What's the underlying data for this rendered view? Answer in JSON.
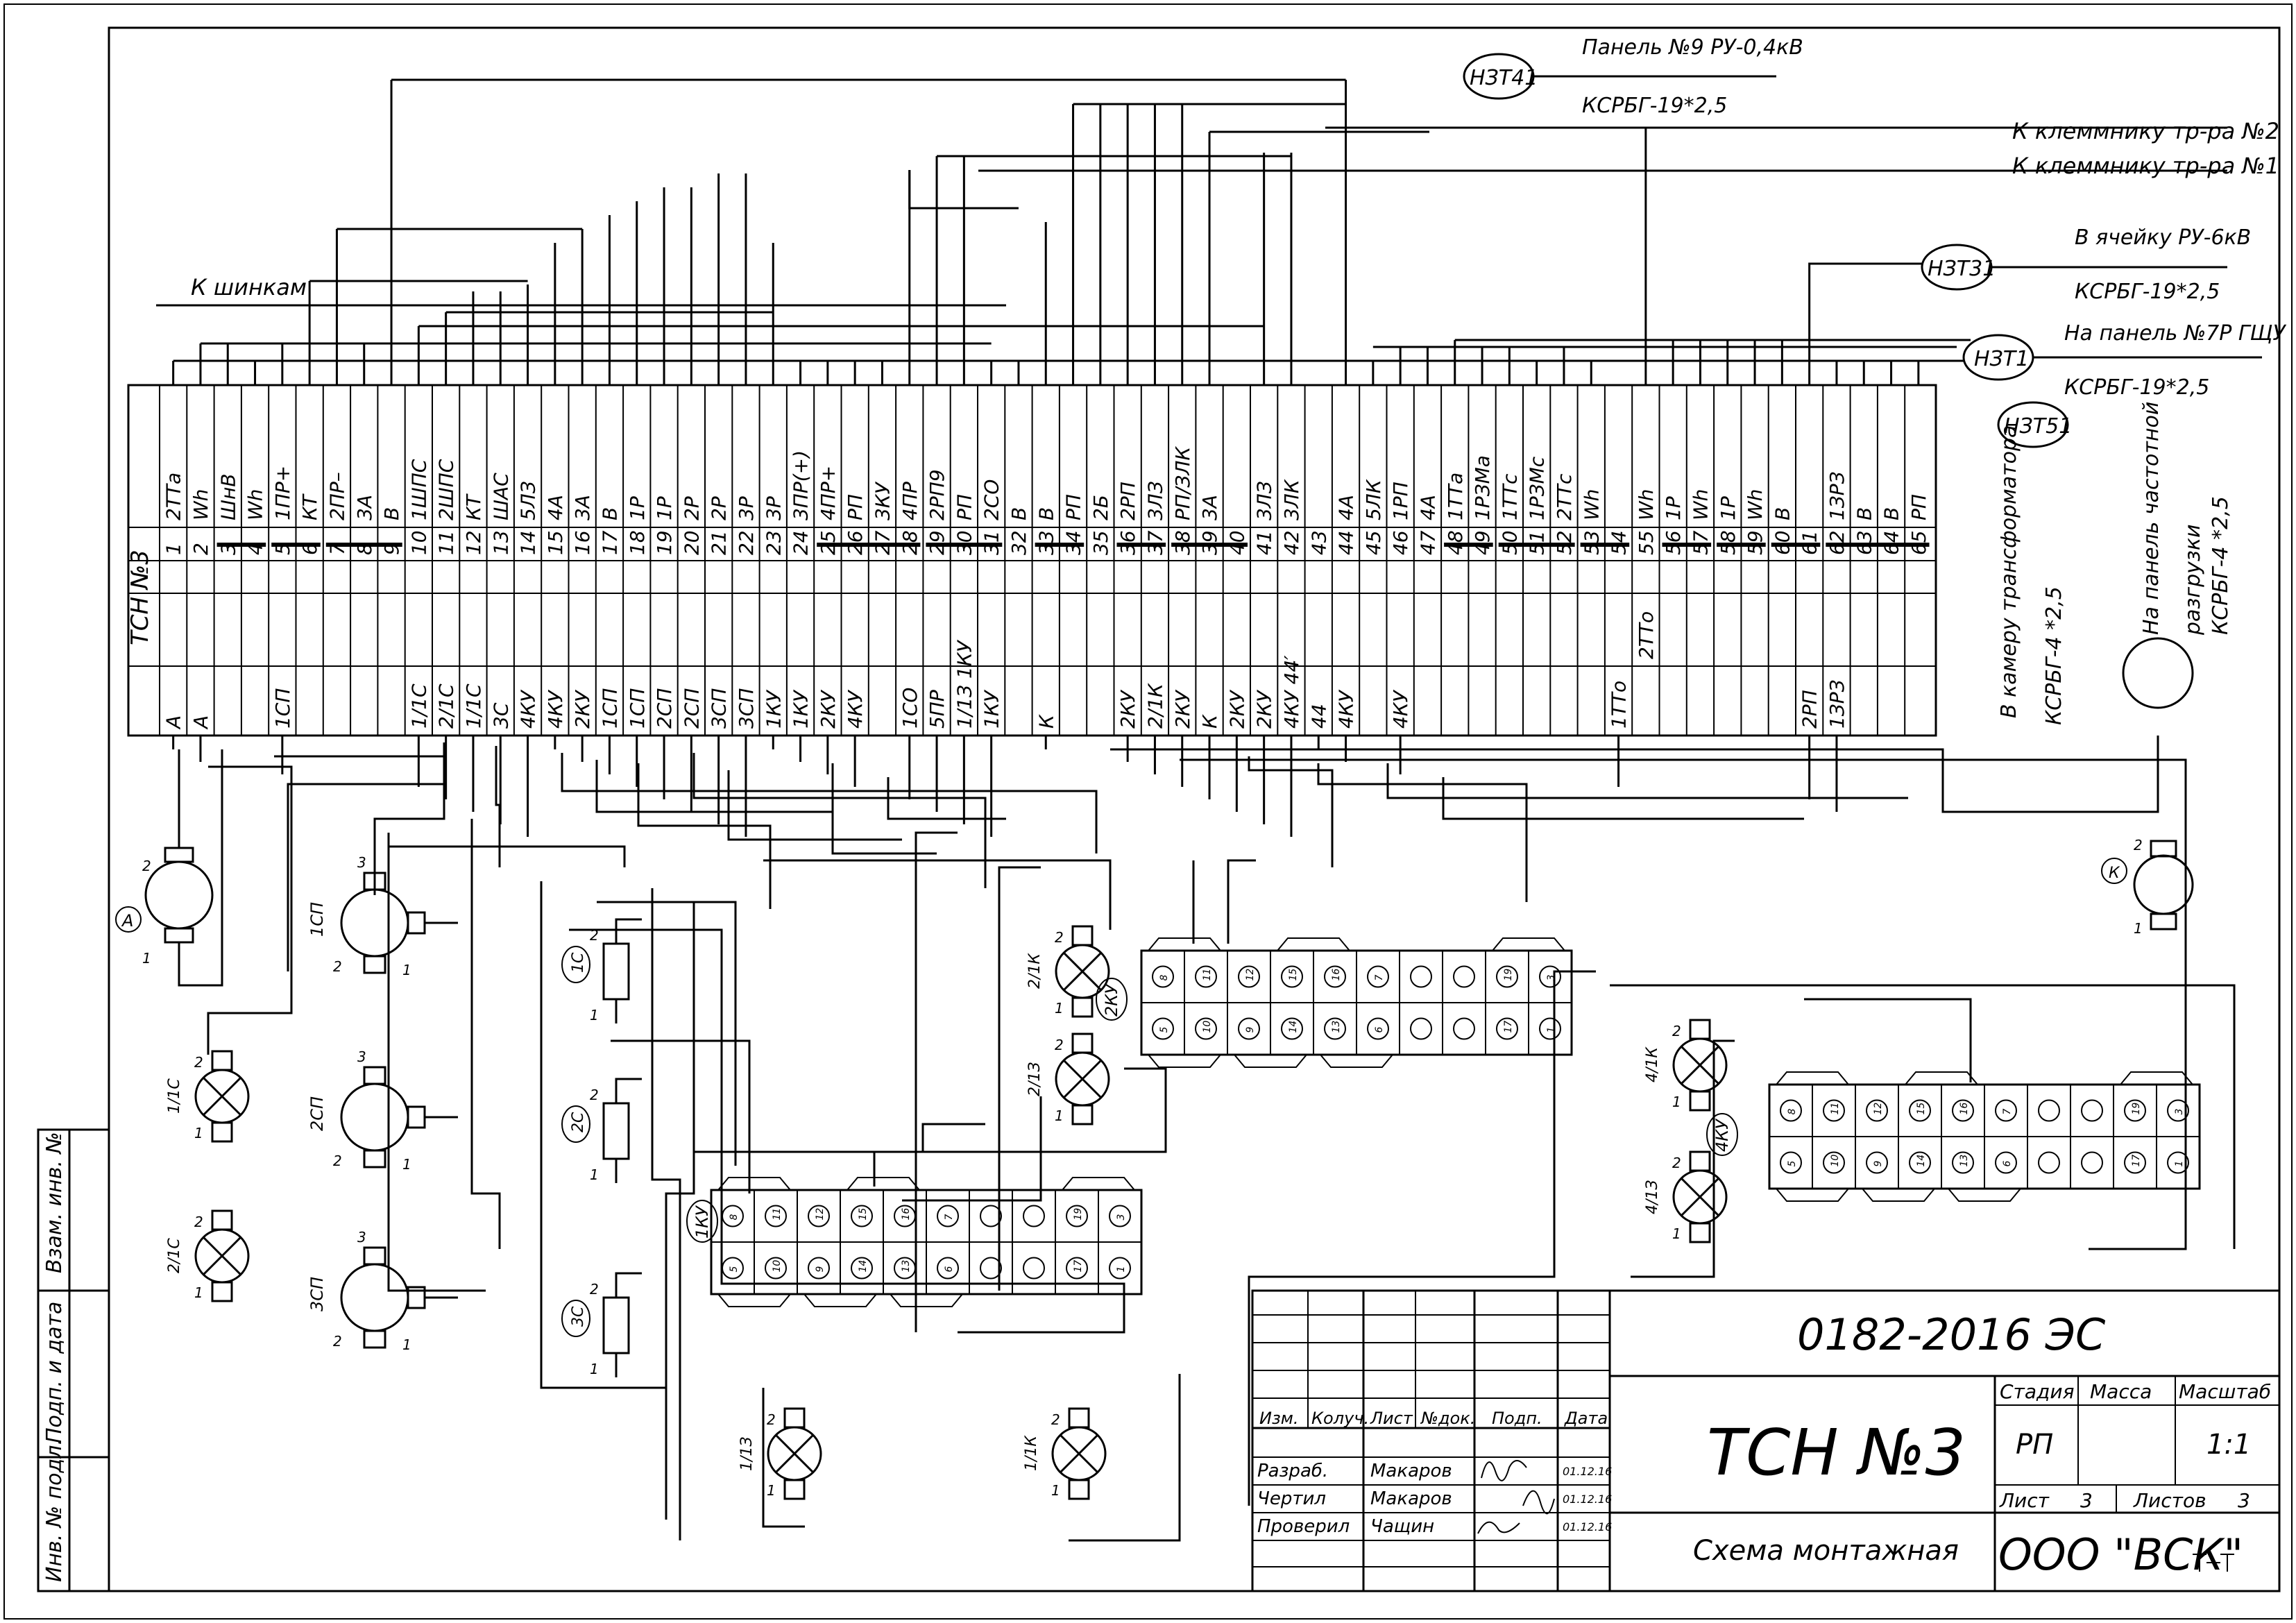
{
  "strip": {
    "title": "ТСН №3",
    "top": [
      "2ТТа",
      "Wh",
      "ШнВ",
      "Wh",
      "1ПР+",
      "КТ",
      "2ПР–",
      "3А",
      "В",
      "1ШПС",
      "2ШПС",
      "КТ",
      "ШАС",
      "5ЛЗ",
      "4А",
      "3А",
      "В",
      "1Р",
      "1Р",
      "2Р",
      "2Р",
      "3Р",
      "3Р",
      "3ПР(+)",
      "4ПР+",
      "РП",
      "3КУ",
      "4ПР",
      "2РП9",
      "РП",
      "2СО",
      "В",
      "В",
      "РП",
      "2Б",
      "2РП",
      "3ЛЗ",
      "РП/ЗЛК",
      "3А",
      "",
      "3ЛЗ",
      "3ЛК",
      "",
      "4А",
      "5ЛК",
      "1РП",
      "4А",
      "1ТТа",
      "1РЗМа",
      "1ТТс",
      "1РЗМс",
      "2ТТс",
      "Wh",
      "",
      "Wh",
      "1Р",
      "Wh",
      "1Р",
      "Wh",
      "В",
      "",
      "1ЗРЗ",
      "В",
      "В",
      "РП"
    ],
    "bottom": [
      "А",
      "А",
      "",
      "",
      "1СП",
      "",
      "",
      "",
      "",
      "1/1С",
      "2/1С",
      "1/1С",
      "3С",
      "4КУ",
      "4КУ",
      "2КУ",
      "1СП",
      "1СП",
      "2СП",
      "2СП",
      "3СП",
      "3СП",
      "1КУ",
      "1КУ",
      "2КУ",
      "4КУ",
      "",
      "1СО",
      "5ПР",
      "1/1З 1КУ",
      "1КУ",
      "",
      "К",
      "",
      "",
      "2КУ",
      "2/1К",
      "2КУ",
      "К",
      "2КУ",
      "2КУ",
      "4КУ 44′",
      "44",
      "4КУ",
      "",
      "4КУ",
      "",
      "",
      "",
      "",
      "",
      "",
      "",
      "1ТТо",
      "",
      "",
      "",
      "",
      "",
      "",
      "2РП",
      "1ЗРЗ",
      "",
      "",
      ""
    ],
    "second": {
      "54": "2ТТо"
    }
  },
  "cables": {
    "n3t41": "НЗТ41",
    "panel9": "Панель №9 РУ-0,4кВ",
    "kabel19_a": "КСРБГ-19*2,5",
    "klem2": "К клеммнику тр-ра №2",
    "klem1": "К клеммнику тр-ра №1",
    "n3t31": "НЗТ31",
    "ru6": "В ячейку РУ-6кВ",
    "kabel19_b": "КСРБГ-19*2,5",
    "n3t1": "НЗТ1",
    "panel7": "На панель №7Р ГЩУ",
    "kabel19_c": "КСРБГ-19*2,5",
    "n3t51": "НЗТ51",
    "shinki": "К шинкам",
    "kamera": "В камеру трансформатора",
    "kabel4_a": "КСРБГ-4 *2,5",
    "panel_freq": "На панель частотной",
    "razgruzki": "разгрузки",
    "kabel4_b": "КСРБГ-4 *2,5"
  },
  "devices": {
    "A": "А",
    "1SP": "1СП",
    "2SP": "2СП",
    "3SP": "3СП",
    "1LS": "1/1С",
    "2LS": "2/1С",
    "1S": "1С",
    "2S": "2С",
    "3S": "3С",
    "1KU": "1КУ",
    "2KU": "2КУ",
    "4KU": "4КУ",
    "2LK": "2/1К",
    "2LZ": "2/1З",
    "1LZ": "1/1З",
    "1LK": "1/1К",
    "4LK": "4/1К",
    "4LZ": "4/1З",
    "K": "К",
    "n1": "1",
    "n2": "2",
    "n3": "3"
  },
  "blocks": {
    "row1": [
      "8",
      "11",
      "12",
      "15",
      "16",
      "7",
      "",
      "",
      "19",
      "3"
    ],
    "row2": [
      "5",
      "10",
      "9",
      "14",
      "13",
      "6",
      "",
      "",
      "17",
      "1"
    ]
  },
  "title_block": {
    "doc": "0182-2016 ЭС",
    "name": "ТСН №3",
    "subtitle": "Схема монтажная",
    "company": "ООО \"ВСК\"",
    "h_izm": "Изм.",
    "h_koluch": "Колуч.",
    "h_list": "Лист",
    "h_ndok": "№док.",
    "h_podp": "Подп.",
    "h_data": "Дата",
    "r_razrab": "Разраб.",
    "r_chertil": "Чертил",
    "r_proveril": "Проверил",
    "n_razrab": "Макаров",
    "n_chertil": "Макаров",
    "n_proveril": "Чащин",
    "d1": "01.12.16",
    "d2": "01.12.16",
    "d3": "01.12.16",
    "h_stadia": "Стадия",
    "h_massa": "Масса",
    "h_masshtab": "Масштаб",
    "stadia": "РП",
    "masshtab": "1:1",
    "list_label": "Лист",
    "list_val": "3",
    "listov_label": "Листов",
    "listov_val": "3"
  },
  "side_stamp": {
    "vzam": "Взам. инв. №",
    "podp_data": "Подп. и дата",
    "inv_podl": "Инв. № подл."
  }
}
